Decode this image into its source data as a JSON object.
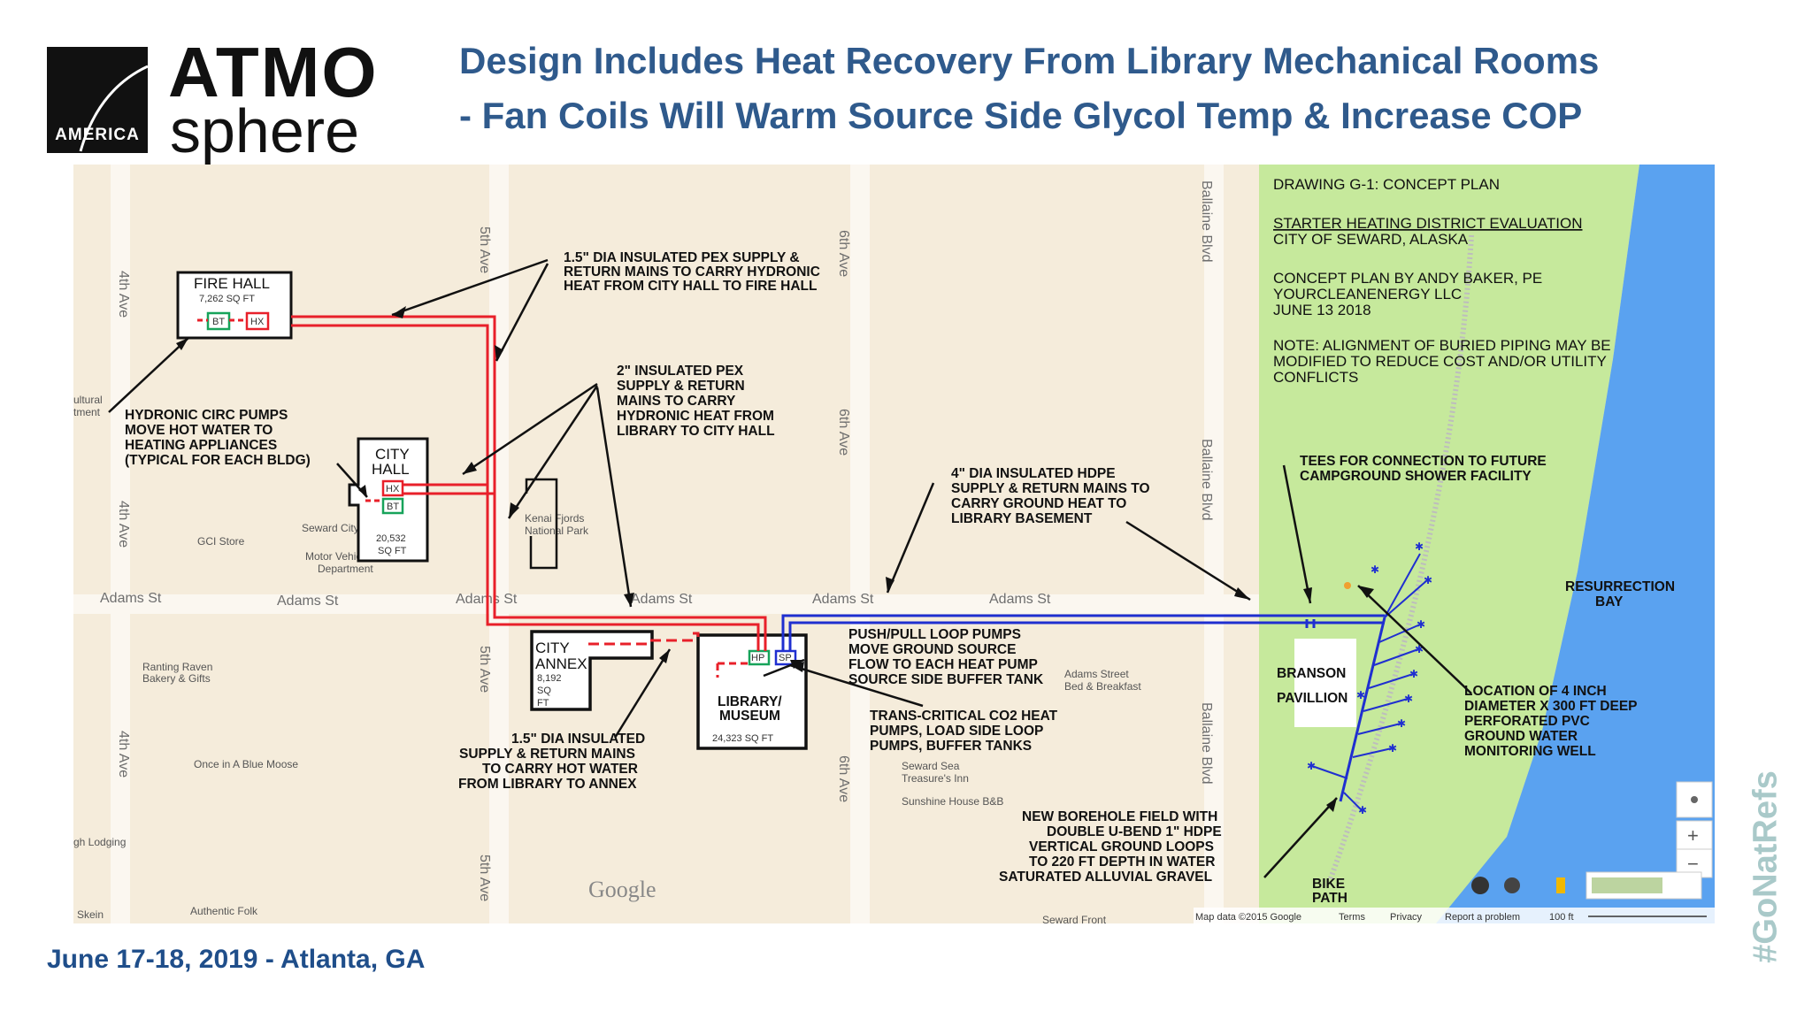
{
  "logo": {
    "brand_top": "ATMO",
    "brand_bottom": "sphere",
    "badge": "AMERICA"
  },
  "title": {
    "line1": "Design Includes Heat Recovery From Library Mechanical Rooms",
    "line2": "- Fan Coils Will Warm Source Side Glycol Temp &  Increase COP"
  },
  "footer": {
    "date": "June 17-18, 2019 - Atlanta, GA",
    "hashtag": "#GoNatRefs"
  },
  "drawing": {
    "header": "DRAWING G-1:    CONCEPT PLAN",
    "subtitle": "STARTER HEATING DISTRICT EVALUATION",
    "city": "CITY OF SEWARD, ALASKA",
    "by1": "CONCEPT PLAN BY ANDY BAKER, PE",
    "by2": "YOURCLEANENERGY LLC",
    "date": "JUNE 13 2018",
    "note1": "NOTE:  ALIGNMENT OF BURIED PIPING MAY BE",
    "note2": "MODIFIED TO REDUCE COST AND/OR UTILITY",
    "note3": "CONFLICTS"
  },
  "buildings": {
    "fire_hall": {
      "name": "FIRE HALL",
      "area": "7,262 SQ FT"
    },
    "city_hall": {
      "name1": "CITY",
      "name2": "HALL",
      "area1": "20,532",
      "area2": "SQ FT"
    },
    "city_annex": {
      "name1": "CITY",
      "name2": "ANNEX",
      "area1": "8,192",
      "area2": "SQ",
      "area3": "FT"
    },
    "library": {
      "name1": "LIBRARY/",
      "name2": "MUSEUM",
      "area": "24,323  SQ FT"
    },
    "branson": {
      "name1": "BRANSON",
      "name2": "PAVILLION"
    }
  },
  "equipment": {
    "bt": "BT",
    "hx": "HX",
    "hp": "HP",
    "sp": "SP"
  },
  "annotations": {
    "pex_fire": [
      "1.5\" DIA INSULATED PEX SUPPLY &",
      "RETURN MAINS TO CARRY HYDRONIC",
      "HEAT FROM CITY HALL TO FIRE HALL"
    ],
    "pumps": [
      "HYDRONIC CIRC PUMPS",
      "MOVE HOT WATER TO",
      "HEATING APPLIANCES",
      "(TYPICAL FOR EACH BLDG)"
    ],
    "pex_city": [
      "2\" INSULATED PEX",
      "SUPPLY & RETURN",
      "MAINS TO CARRY",
      "HYDRONIC HEAT FROM",
      "LIBRARY TO CITY HALL"
    ],
    "hdpe": [
      "4\" DIA INSULATED HDPE",
      "SUPPLY & RETURN MAINS TO",
      "CARRY GROUND HEAT TO",
      "LIBRARY BASEMENT"
    ],
    "tees": [
      "TEES FOR CONNECTION TO FUTURE",
      "CAMPGROUND SHOWER FACILITY"
    ],
    "pushpull": [
      "PUSH/PULL LOOP PUMPS",
      "MOVE GROUND SOURCE",
      "FLOW TO EACH HEAT PUMP",
      "SOURCE SIDE BUFFER TANK"
    ],
    "co2": [
      "TRANS-CRITICAL CO2 HEAT",
      "PUMPS, LOAD SIDE LOOP",
      "PUMPS, BUFFER TANKS"
    ],
    "annex_mains": [
      "1.5\" DIA INSULATED",
      "SUPPLY & RETURN MAINS",
      "TO CARRY HOT WATER",
      "FROM LIBRARY TO ANNEX"
    ],
    "resurrection": [
      "RESURRECTION",
      "BAY"
    ],
    "well": [
      "LOCATION OF 4 INCH",
      "DIAMETER X 300 FT DEEP",
      "PERFORATED PVC",
      "GROUND WATER",
      "MONITORING WELL"
    ],
    "borehole": [
      "NEW BOREHOLE FIELD WITH",
      "DOUBLE U-BEND 1\" HDPE",
      "VERTICAL GROUND LOOPS",
      "TO 220 FT DEPTH IN WATER",
      "SATURATED  ALLUVIAL GRAVEL"
    ],
    "bike": [
      "BIKE",
      "PATH"
    ]
  },
  "streets": {
    "adams": "Adams St",
    "fourth": "4th Ave",
    "fifth": "5th Ave",
    "sixth": "6th Ave",
    "ballaine": "Ballaine Blvd"
  },
  "pois": {
    "gci": "GCI Store",
    "seward_city_hall": "Seward City Hall",
    "motor_vehicle": [
      "Motor Vehicle",
      "Department"
    ],
    "kenai": [
      "Kenai Fjords",
      "National Park"
    ],
    "ranting": [
      "Ranting Raven",
      "Bakery & Gifts"
    ],
    "blue_moose": "Once in A Blue Moose",
    "adams_bb": [
      "Adams Street",
      "Bed & Breakfast"
    ],
    "seward_sea": [
      "Seward Sea",
      "Treasure's Inn"
    ],
    "sunshine": "Sunshine House B&B",
    "lodging": "gh Lodging",
    "skein": "Skein",
    "authentic": "Authentic Folk",
    "cultural": [
      "ultural",
      "tment"
    ],
    "seward_front": "Seward Front"
  },
  "map_ui": {
    "google": "Google",
    "map_data": "Map data ©2015 Google",
    "terms": "Terms",
    "privacy": "Privacy",
    "report": "Report a problem",
    "scale": "100 ft",
    "zoom_in": "+",
    "zoom_out": "−"
  },
  "colors": {
    "title_blue": "#2f5a8c",
    "footer_blue": "#1f4e8a",
    "supply_red": "#e8202a",
    "ground_blue": "#1f2fd0",
    "park_green": "#c6e99c",
    "water_blue": "#5aa2f0",
    "map_bg": "#f5ecdb"
  }
}
